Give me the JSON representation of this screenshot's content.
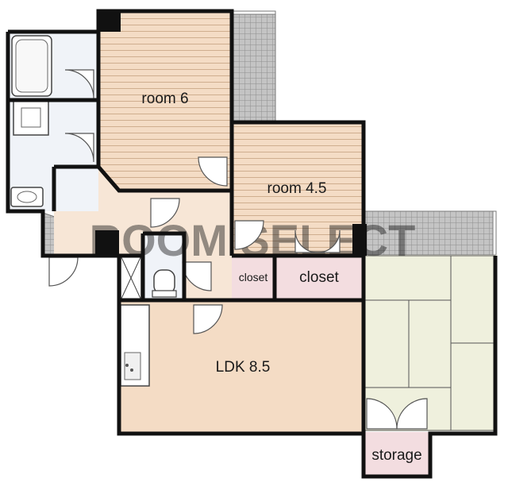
{
  "watermark": "ROOM SELECT",
  "rooms": {
    "room6": "room 6",
    "room45": "room 4.5",
    "closet_small": "closet",
    "closet_large": "closet",
    "ldk": "LDK 8.5",
    "storage": "storage"
  },
  "colors": {
    "wood_floor": "#f4dcc5",
    "wood_lines": "#cfae8f",
    "hall_floor": "#f7e6d6",
    "tile_floor": "#f0f3f8",
    "balcony": "#b9b9b9",
    "tatami": "#eff0dd",
    "closet_floor": "#f3dde0",
    "wall": "#111111"
  }
}
